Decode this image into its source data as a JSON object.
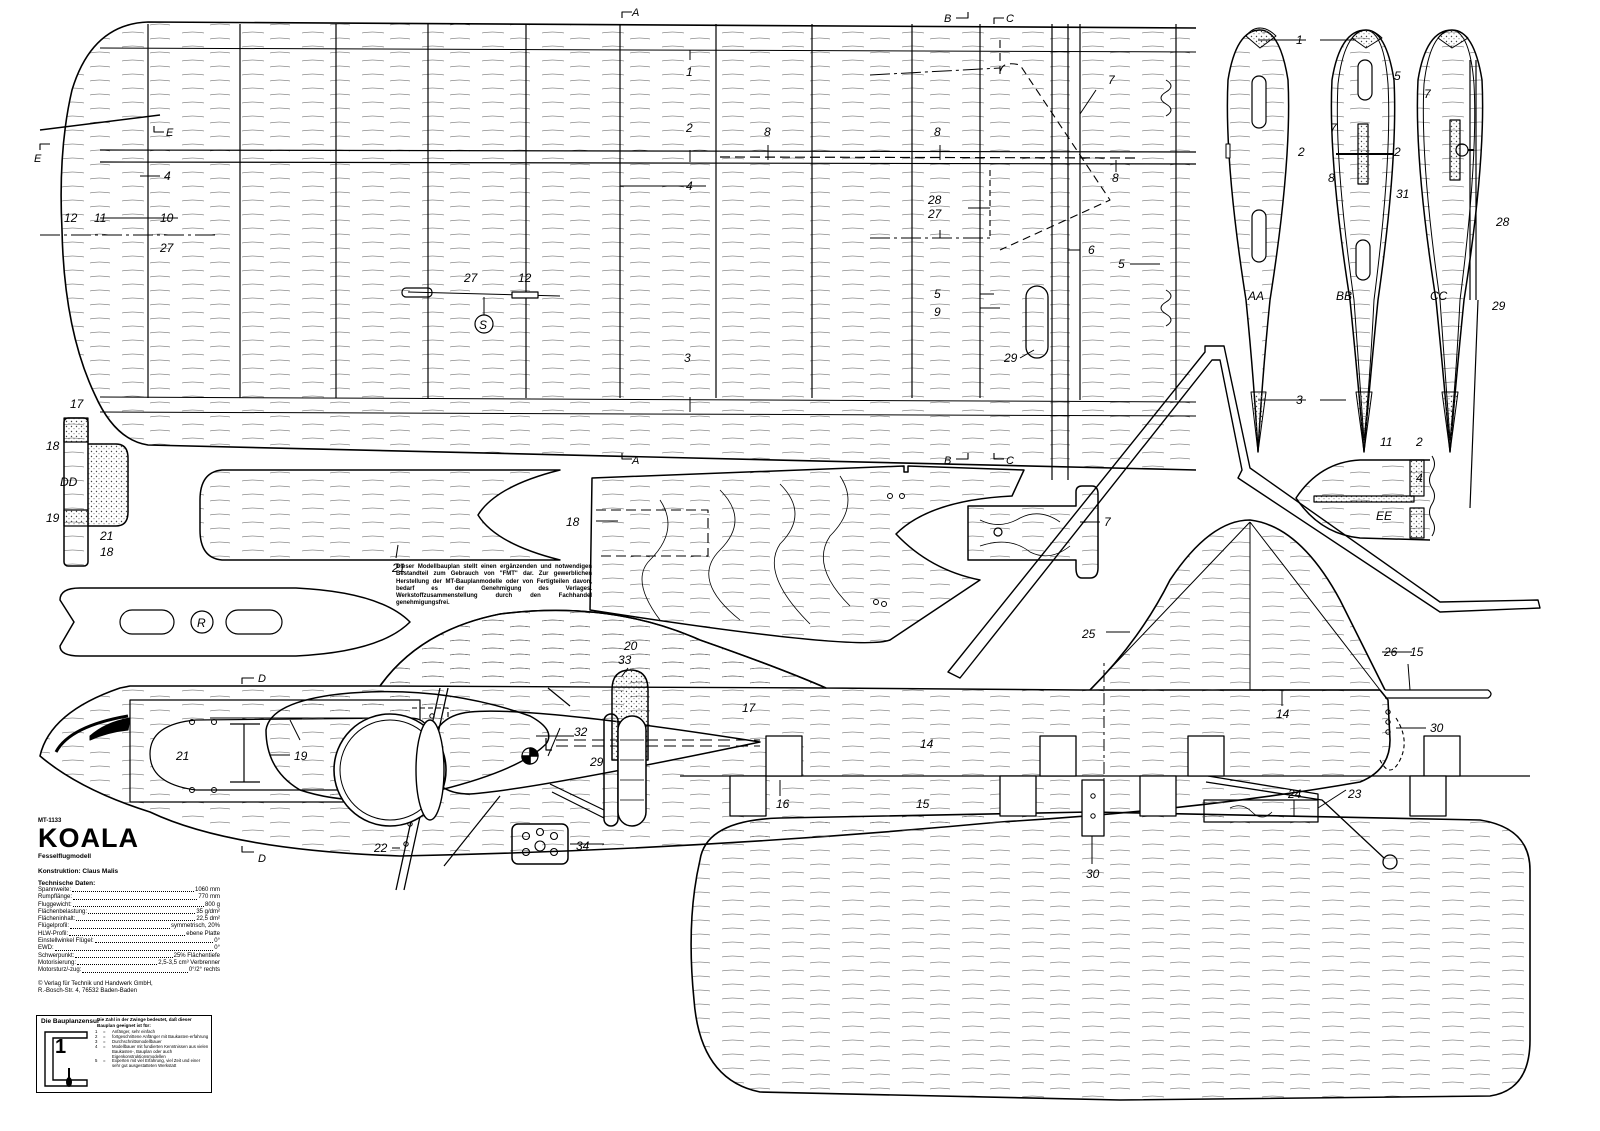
{
  "title_block": {
    "code": "MT-1133",
    "title": "KOALA",
    "subtitle": "Fesselflugmodell",
    "designer": "Konstruktion: Claus Malis",
    "tech_heading": "Technische Daten:",
    "specs": [
      {
        "key": "Spannweite:",
        "value": "1060 mm"
      },
      {
        "key": "Rumpflänge:",
        "value": "770 mm"
      },
      {
        "key": "Fluggewicht:",
        "value": "800 g"
      },
      {
        "key": "Flächenbelastung:",
        "value": "35 g/dm²"
      },
      {
        "key": "Flächeninhalt:",
        "value": "22,5 dm²"
      },
      {
        "key": "Flügelprofil:",
        "value": "symmetrisch, 20%"
      },
      {
        "key": "HLW-Profil:",
        "value": "ebene Platte"
      },
      {
        "key": "Einstellwinkel Flügel:",
        "value": "0°"
      },
      {
        "key": "EWD:",
        "value": "0°"
      },
      {
        "key": "Schwerpunkt:",
        "value": "25% Flächentiefe"
      },
      {
        "key": "Motorisierung:",
        "value": "2,5-3,5 cm³ Verbrenner"
      },
      {
        "key": "Motorsturz/-zug:",
        "value": "0°/2° rechts"
      }
    ],
    "copyright_1": "© Verlag für Technik und Handwerk GmbH,",
    "copyright_2": "R.-Bosch-Str. 4, 76532 Baden-Baden"
  },
  "zensur": {
    "heading": "Die Bauplanzensur",
    "intro": "Die Zahl in der Zwinge bedeutet, daß dieser Bauplan geeignet ist für:",
    "rating": "1",
    "levels": [
      {
        "n": "1",
        "eq": "=",
        "text": "Anfänger, sehr einfach"
      },
      {
        "n": "2",
        "eq": "=",
        "text": "fortgeschrittene Anfänger mit Baukasten-erfahrung"
      },
      {
        "n": "3",
        "eq": "=",
        "text": "Durchschnittsmodellbauer"
      },
      {
        "n": "4",
        "eq": "=",
        "text": "Modellbauer mit fundierten Kenntnissen aus vielen Baukasten-, Bauplan oder auch Eigenkonstruktionsmodellen"
      },
      {
        "n": "5",
        "eq": "=",
        "text": "Experten mit viel Erfahrung, viel Zeit und einer sehr gut ausgestatteten Werkstatt"
      }
    ]
  },
  "notice": "Dieser Modellbauplan stellt einen ergänzenden und notwendigen Bestandteil zum Gebrauch von \"FMT\" dar. Zur gewerblichen Herstellung der MT-Bauplanmodelle oder von Fertigteilen davon, bedarf es der Genehmigung des Verlages. Werkstoffzusammenstellung durch den Fachhandel genehmigungsfrei.",
  "sections": {
    "a": "A",
    "b": "B",
    "c": "C",
    "d": "D",
    "e": "E",
    "aa": "AA",
    "bb": "BB",
    "cc": "CC",
    "dd": "DD",
    "ee": "EE",
    "s": "S",
    "r": "R"
  },
  "parts": {
    "p1": "1",
    "p2": "2",
    "p3": "3",
    "p4": "4",
    "p5": "5",
    "p6": "6",
    "p7": "7",
    "p8": "8",
    "p9": "9",
    "p10": "10",
    "p11": "11",
    "p12": "12",
    "p14": "14",
    "p15": "15",
    "p16": "16",
    "p17": "17",
    "p18": "18",
    "p19": "19",
    "p20": "20",
    "p21": "21",
    "p22": "22",
    "p23": "23",
    "p24": "24",
    "p25": "25",
    "p26": "26",
    "p27": "27",
    "p28": "28",
    "p29": "29",
    "p30": "30",
    "p31": "31",
    "p32": "32",
    "p33": "33",
    "p34": "34"
  }
}
